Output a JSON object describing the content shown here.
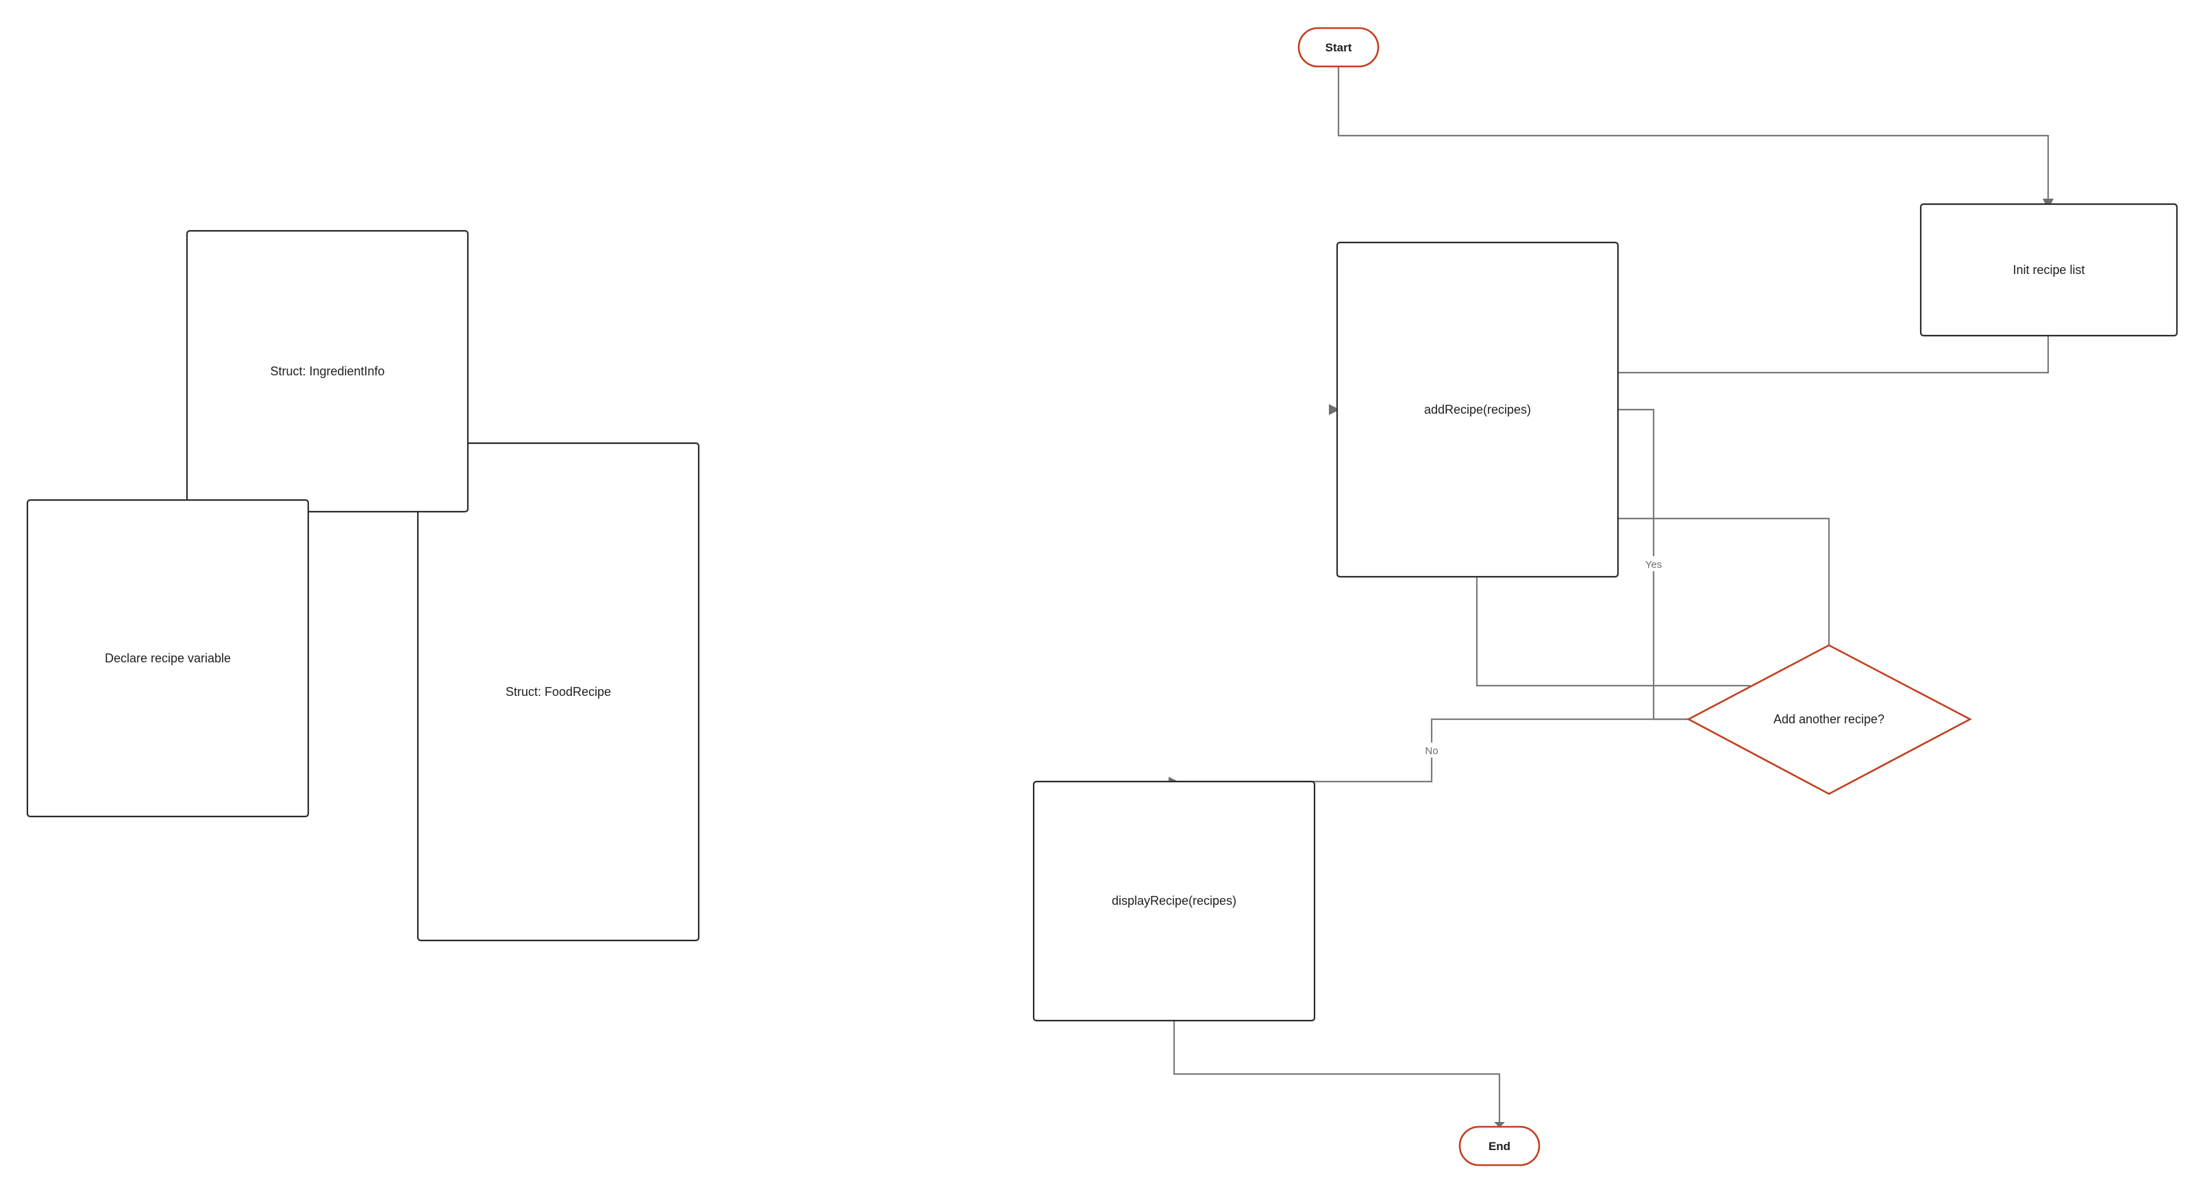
{
  "diagram": {
    "left_group": {
      "ingredient_struct": "Struct: IngredientInfo",
      "declare_recipe": "Declare recipe variable",
      "food_struct": "Struct: FoodRecipe"
    },
    "flow": {
      "start": "Start",
      "init_list": "Init recipe list",
      "add_recipe": "addRecipe(recipes)",
      "decision": "Add another recipe?",
      "display_recipe": "displayRecipe(recipes)",
      "end": "End"
    },
    "connector_labels": {
      "yes": "Yes",
      "no": "No"
    },
    "colors": {
      "box_stroke": "#2b2b2b",
      "terminal_stroke": "#c1401f",
      "connector": "#7a7a7a"
    }
  }
}
